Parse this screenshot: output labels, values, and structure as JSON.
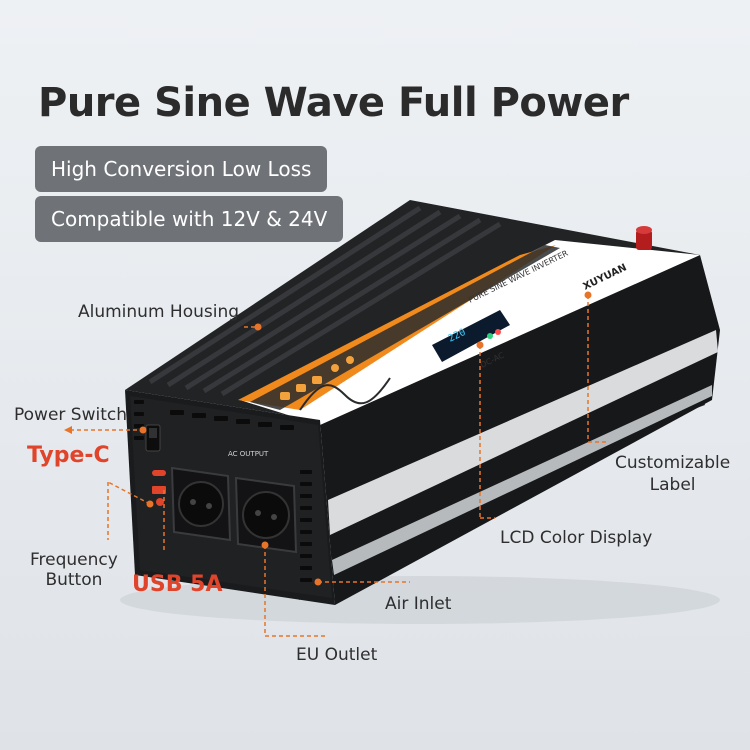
{
  "heading": {
    "title": "Pure Sine Wave Full Power",
    "feature_1": "High Conversion Low Loss",
    "feature_2": "Compatible with 12V & 24V"
  },
  "callouts": {
    "aluminum_housing": "Aluminum Housing",
    "power_switch": "Power Switch",
    "type_c": "Type-C",
    "frequency_button_line1": "Frequency",
    "frequency_button_line2": "Button",
    "usb_5a": "USB 5A",
    "customizable_label_line1": "Customizable",
    "customizable_label_line2": "Label",
    "lcd_color_display": "LCD Color Display",
    "air_inlet": "Air Inlet",
    "eu_outlet": "EU Outlet"
  },
  "device": {
    "brand": "XUYUAN",
    "panel_text": "PURE SINE WAVE INVERTER",
    "display_mode": "DC-AC",
    "display_readout": "220",
    "output_label": "AC OUTPUT"
  },
  "colors": {
    "accent_red": "#e0442a",
    "callout_orange": "#e8742a",
    "device_body": "#1c1d1f",
    "panel_orange": "#f08a1c"
  }
}
